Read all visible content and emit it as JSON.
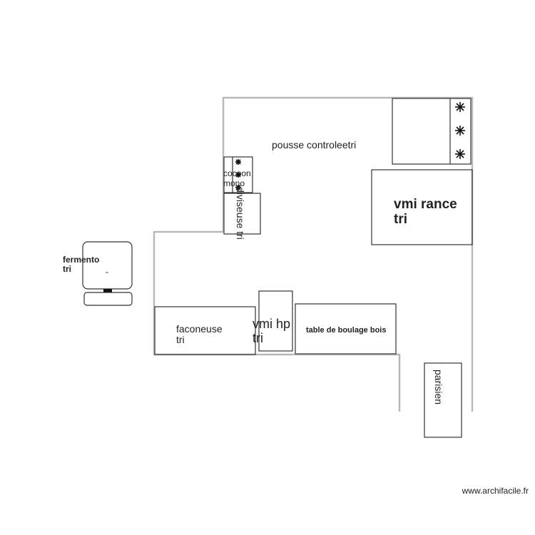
{
  "plan": {
    "labels": {
      "pousse": "pousse controleetri",
      "cocoon_1": "cocoon",
      "cocoon_2": "mono",
      "diviseuse": "diviseuse tri",
      "vmi_rance_1": "vmi rance",
      "vmi_rance_2": "tri",
      "fermento_1": "fermento",
      "fermento_2": "tri",
      "faconeuse_1": "faconeuse",
      "faconeuse_2": "tri",
      "vmi_hp_1": "vmi hp",
      "vmi_hp_2": "tri",
      "table_boulage": "table de boulage bois",
      "parisien": "parisien"
    },
    "symbols": [
      "burner-icon",
      "floor-socket-icon"
    ]
  },
  "footer": {
    "watermark": "www.archifacile.fr"
  }
}
